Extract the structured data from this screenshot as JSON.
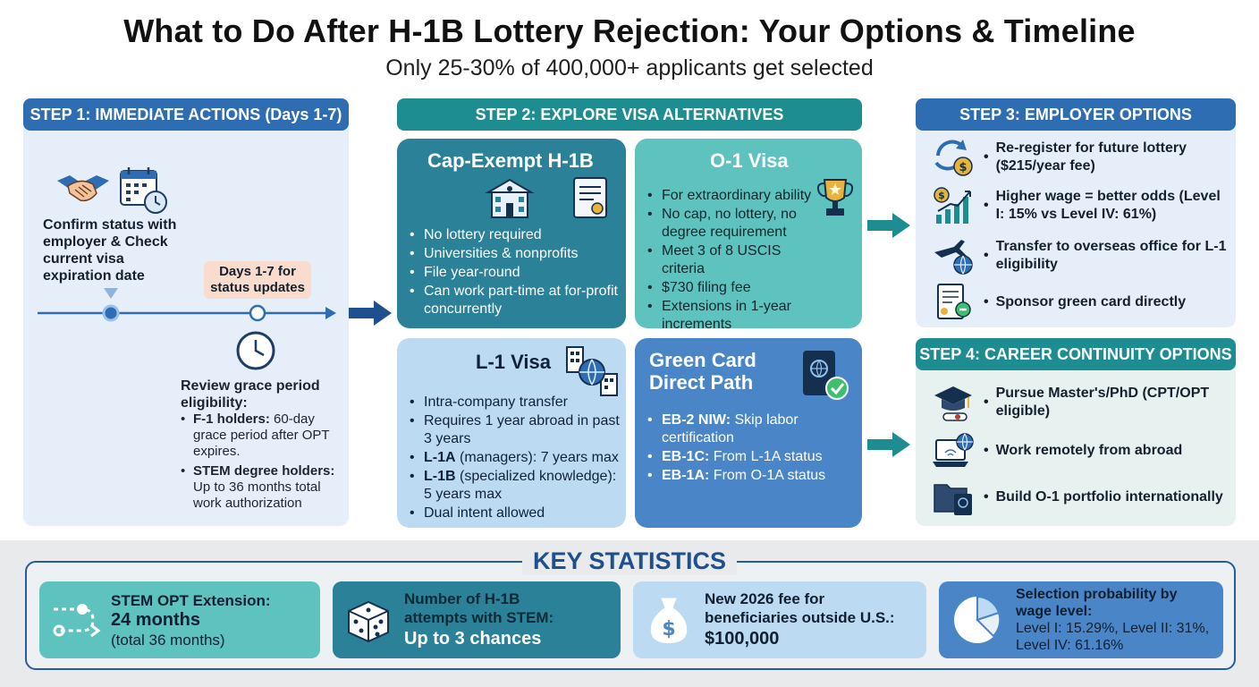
{
  "title": "What to Do After H-1B Lottery Rejection: Your Options & Timeline",
  "subtitle": "Only 25-30% of 400,000+ applicants get selected",
  "step1": {
    "header": "STEP 1: IMMEDIATE ACTIONS (Days 1-7)",
    "confirm_text": "Confirm status with employer & Check current visa expiration date",
    "callout": "Days 1-7 for status updates",
    "review_title": "Review grace period eligibility:",
    "review_items": [
      {
        "bold": "F-1 holders:",
        "text": " 60-day grace period after OPT expires."
      },
      {
        "bold": "STEM degree holders:",
        "text": " Up to 36 months total work authorization"
      }
    ]
  },
  "step2": {
    "header": "STEP 2: EXPLORE VISA ALTERNATIVES",
    "cap_exempt": {
      "title": "Cap-Exempt H-1B",
      "items": [
        "No lottery required",
        "Universities & nonprofits",
        "File year-round",
        "Can work part-time at for-profit concurrently"
      ]
    },
    "o1": {
      "title": "O-1 Visa",
      "items": [
        "For extraordinary ability",
        "No cap, no lottery, no degree requirement",
        "Meet 3 of 8 USCIS criteria",
        "$730 filing fee",
        "Extensions in 1-year increments"
      ]
    },
    "l1": {
      "title": "L-1 Visa",
      "items": [
        {
          "bold": "",
          "text": "Intra-company transfer"
        },
        {
          "bold": "",
          "text": "Requires 1 year abroad in past 3 years"
        },
        {
          "bold": "L-1A",
          "text": " (managers): 7 years max"
        },
        {
          "bold": "L-1B",
          "text": " (specialized knowledge): 5 years max"
        },
        {
          "bold": "",
          "text": "Dual intent allowed"
        }
      ]
    },
    "green_card": {
      "title": "Green Card Direct Path",
      "items": [
        {
          "bold": "EB-2 NIW:",
          "text": " Skip labor certification"
        },
        {
          "bold": "EB-1C:",
          "text": " From L-1A status"
        },
        {
          "bold": "EB-1A:",
          "text": " From O-1A status"
        }
      ]
    }
  },
  "step3": {
    "header": "STEP 3: EMPLOYER OPTIONS",
    "items": [
      {
        "icon": "refresh-coin-icon",
        "text": "Re-register for future lottery ($215/year fee)"
      },
      {
        "icon": "growth-chart-icon",
        "text": "Higher wage = better odds (Level I: 15% vs Level IV: 61%)"
      },
      {
        "icon": "plane-globe-icon",
        "text": "Transfer to overseas office for L-1 eligibility"
      },
      {
        "icon": "certificate-icon",
        "text": "Sponsor green card directly"
      }
    ]
  },
  "step4": {
    "header": "STEP 4: CAREER CONTINUITY OPTIONS",
    "items": [
      {
        "icon": "graduation-cap-icon",
        "text": "Pursue Master's/PhD (CPT/OPT eligible)"
      },
      {
        "icon": "laptop-globe-icon",
        "text": "Work remotely from abroad"
      },
      {
        "icon": "portfolio-folder-icon",
        "text": "Build O-1 portfolio internationally"
      }
    ]
  },
  "stats": {
    "title": "KEY STATISTICS",
    "items": [
      {
        "icon": "route-icon",
        "line1": "STEM OPT Extension:",
        "line2": "24 months",
        "line3": "(total 36 months)",
        "color": "#5ec2bf"
      },
      {
        "icon": "dice-icon",
        "line1": "Number of H-1B attempts with STEM:",
        "line2": "Up to 3 chances",
        "line3": "",
        "color": "#2a8198"
      },
      {
        "icon": "money-bag-icon",
        "line1": "New 2026 fee for beneficiaries outside U.S.:",
        "line2": "$100,000",
        "line3": "",
        "color": "#bcdaf1"
      },
      {
        "icon": "pie-chart-icon",
        "line1": "Selection probability by wage level:",
        "line2": "",
        "line3": "Level I: 15.29%, Level II: 31%, Level IV: 61.16%",
        "color": "#4a86c7"
      }
    ]
  },
  "colors": {
    "blue_header": "#2f6db3",
    "teal_header": "#1e8d92",
    "accent_orange": "#f7d9c9"
  }
}
